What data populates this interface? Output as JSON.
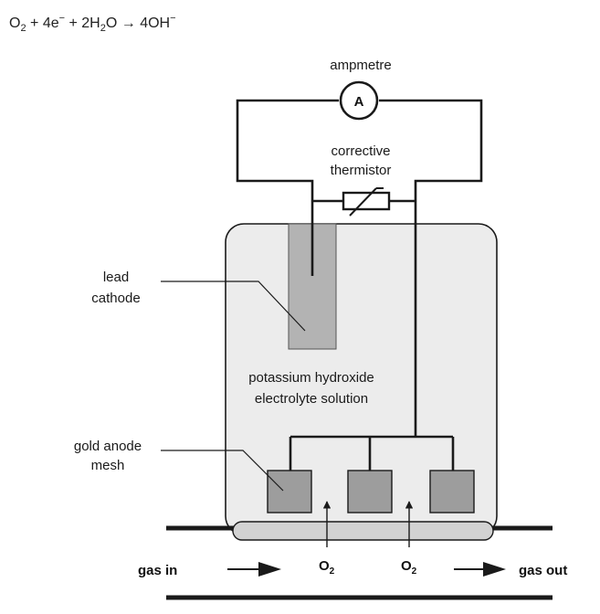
{
  "equation": {
    "o2": "O",
    "o2_sub": "2",
    "mid1": " + 4e",
    "sup1": "−",
    "mid2": " + 2H",
    "h2_sub": "2",
    "mid3": "O → 4OH",
    "sup2": "−"
  },
  "labels": {
    "ammeter": "ampmetre",
    "ammeter_symbol": "A",
    "thermistor_line1": "corrective",
    "thermistor_line2": "thermistor",
    "cathode_line1": "lead",
    "cathode_line2": "cathode",
    "electrolyte_line1": "potassium hydroxide",
    "electrolyte_line2": "electrolyte solution",
    "anode_line1": "gold anode",
    "anode_line2": "mesh",
    "gas_in": "gas in",
    "gas_out": "gas out",
    "o2_left": "O",
    "o2_left_sub": "2",
    "o2_right": "O",
    "o2_right_sub": "2"
  },
  "colors": {
    "wire": "#1a1a1a",
    "cell_fill": "#ececec",
    "cathode_fill": "#b3b3b3",
    "anode_fill": "#9d9d9d",
    "membrane_fill": "#d2d2d2"
  }
}
